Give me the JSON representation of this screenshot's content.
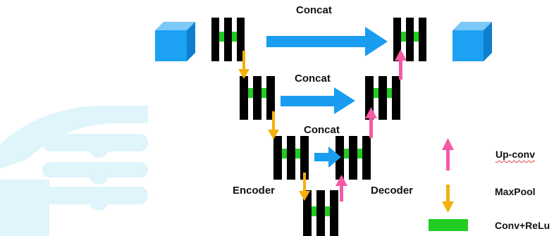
{
  "labels": {
    "concat_top": "Concat",
    "concat_mid": "Concat",
    "concat_low": "Concat",
    "encoder": "Encoder",
    "decoder": "Decoder"
  },
  "legend": {
    "upconv": "Up-conv",
    "maxpool": "MaxPool",
    "convrelu": "Conv+ReLu"
  },
  "colors": {
    "cube": "#1da1f2",
    "concat_arrow": "#1a9cf0",
    "maxpool_arrow": "#f5b00a",
    "upconv_arrow": "#f55aa6",
    "conv_relu": "#22cc22",
    "block": "#000000",
    "watermark": "#dff4fb"
  },
  "icons": [
    "cube-icon",
    "arrow-icon"
  ]
}
